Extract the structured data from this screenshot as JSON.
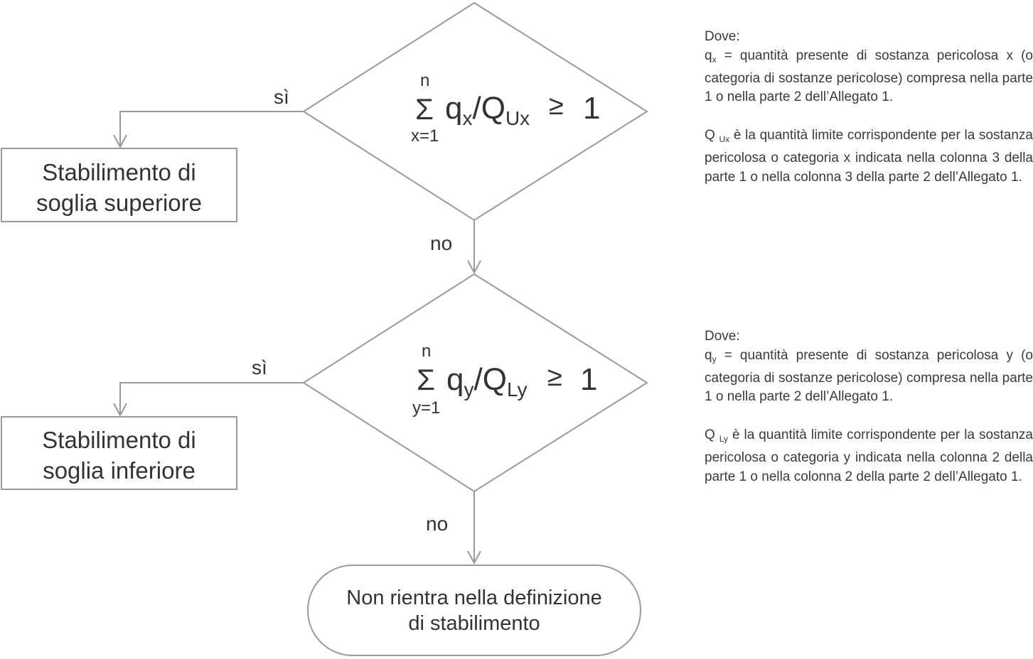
{
  "diagram": {
    "decision1": {
      "sigma": "Σ",
      "upper": "n",
      "lower": "x=1",
      "q": "q",
      "q_sub": "x",
      "slash": "/Q",
      "Q_sub": "Ux",
      "rel": "≥",
      "rhs": "1",
      "yes_label": "sì",
      "no_label": "no"
    },
    "decision2": {
      "sigma": "Σ",
      "upper": "n",
      "lower": "y=1",
      "q": "q",
      "q_sub": "y",
      "slash": "/Q",
      "Q_sub": "Ly",
      "rel": "≥",
      "rhs": "1",
      "yes_label": "sì",
      "no_label": "no"
    },
    "box_upper": {
      "line1": "Stabilimento di",
      "line2": "soglia superiore"
    },
    "box_lower": {
      "line1": "Stabilimento di",
      "line2": "soglia inferiore"
    },
    "terminal": {
      "line1": "Non rientra nella definizione",
      "line2": "di stabilimento"
    }
  },
  "notes": {
    "upper": {
      "title": "Dove:",
      "q_sym": "q",
      "q_sub": "x",
      "q_def": " = quantità presente di sostanza pericolosa x (o categoria di sostanze pericolose) compresa nella parte 1 o nella parte 2 dell’Allegato 1.",
      "Q_sym": "Q ",
      "Q_sub": "Ux",
      "Q_def": " è la quantità limite corrispondente per la sostanza pericolosa o categoria x indicata nella colonna 3 della parte 1 o nella colonna 3 della parte 2 dell’Allegato 1."
    },
    "lower": {
      "title": "Dove:",
      "q_sym": "q",
      "q_sub": "y",
      "q_def": " = quantità presente di sostanza pericolosa y (o categoria di sostanze pericolose) compresa nella parte 1 o nella parte 2 dell’Allegato 1.",
      "Q_sym": "Q ",
      "Q_sub": "Ly",
      "Q_def": " è la quantità limite corrispondente per la sostanza pericolosa o categoria y indicata nella colonna 2 della parte 1 o nella colonna 2 della parte 2 dell’Allegato 1."
    }
  },
  "colors": {
    "stroke": "#9a9a9a",
    "text": "#333333"
  }
}
